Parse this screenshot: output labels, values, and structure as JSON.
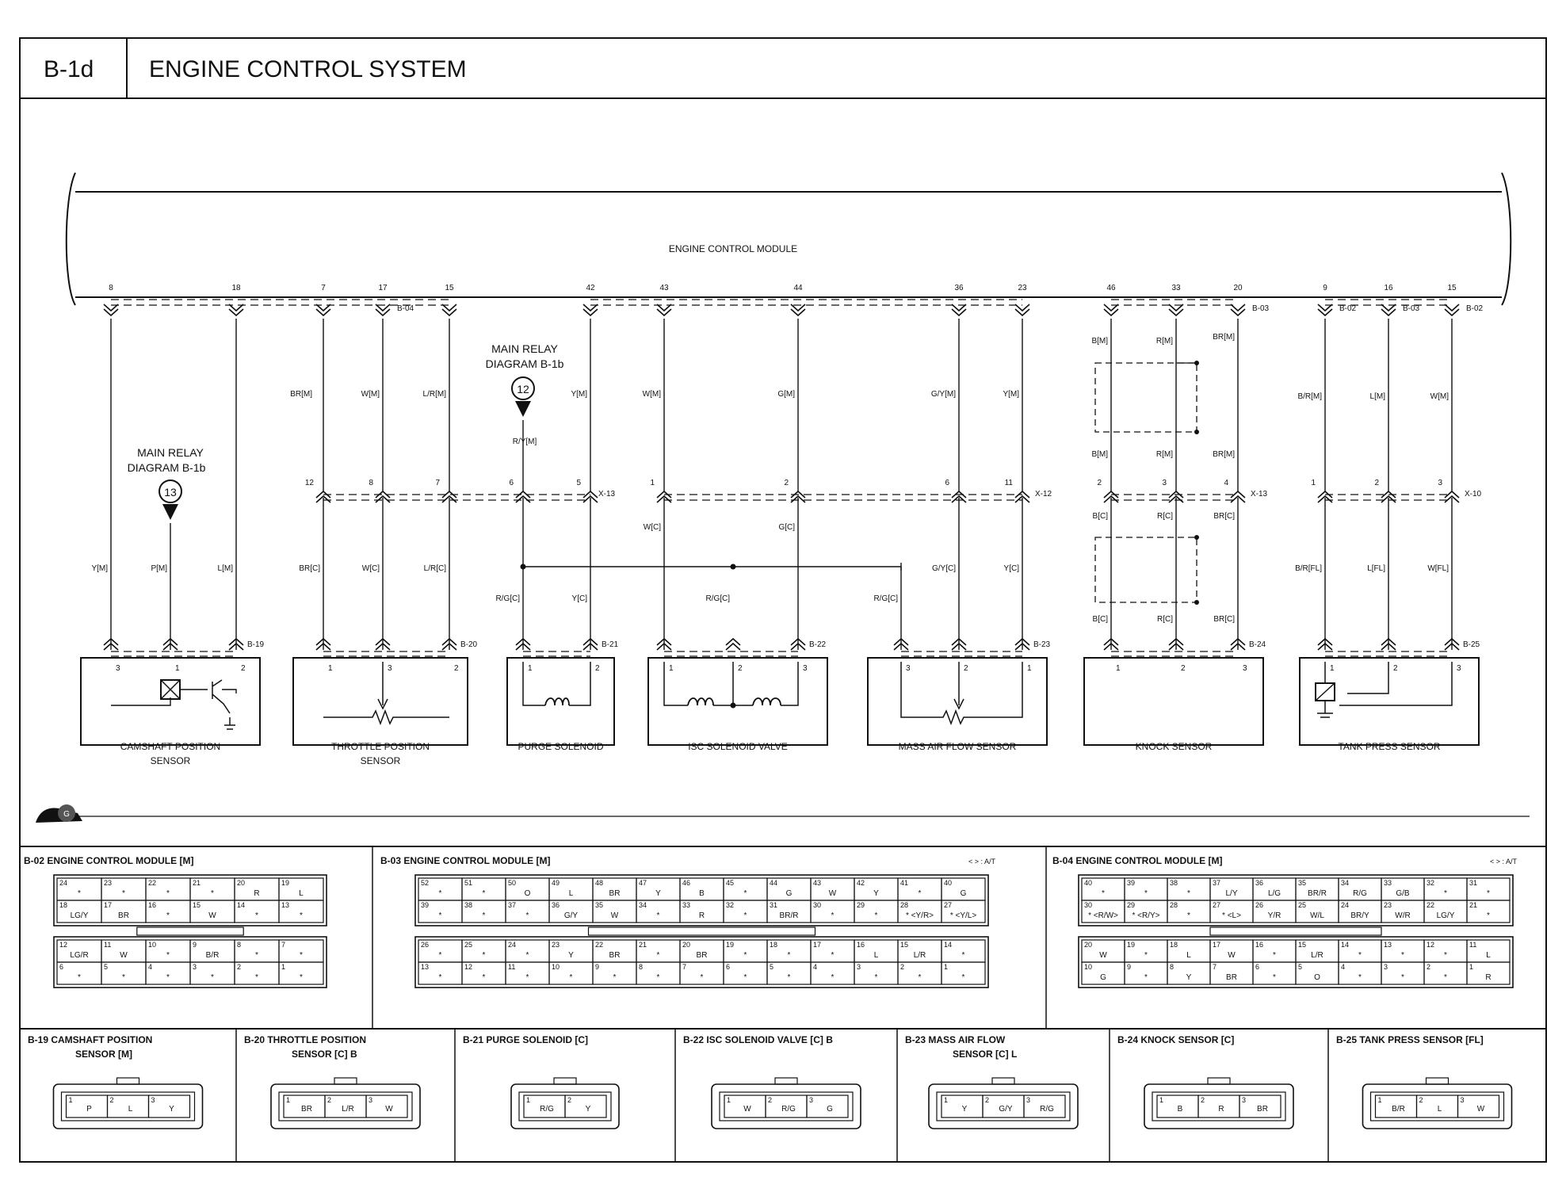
{
  "header": {
    "code": "B-1d",
    "title": "ENGINE CONTROL SYSTEM"
  },
  "ecm_label": "ENGINE CONTROL MODULE",
  "ecm_pins": [
    {
      "pin": "8"
    },
    {
      "pin": "18"
    },
    {
      "pin": "7"
    },
    {
      "pin": "17",
      "conn": "B-04"
    },
    {
      "pin": "15"
    },
    {
      "pin": "42"
    },
    {
      "pin": "43"
    },
    {
      "pin": "44"
    },
    {
      "pin": "36"
    },
    {
      "pin": "23"
    },
    {
      "pin": "46"
    },
    {
      "pin": "33"
    },
    {
      "pin": "20",
      "conn": "B-03"
    },
    {
      "pin": "9",
      "conn": "B-02"
    },
    {
      "pin": "16",
      "conn": "B-03"
    },
    {
      "pin": "15",
      "conn": "B-02"
    }
  ],
  "upper_wires": [
    "BR[M]",
    "W[M]",
    "L/R[M]",
    "Y[M]",
    "W[M]",
    "G[M]",
    "G/Y[M]",
    "Y[M]",
    "B[M]",
    "R[M]",
    "BR[M]",
    "B/R[M]",
    "L[M]",
    "W[M]",
    "B[M]",
    "R[M]",
    "BR[M]"
  ],
  "main_relay_12": {
    "num": "12",
    "line1": "MAIN RELAY",
    "line2": "DIAGRAM B-1b",
    "wire": "R/Y[M]"
  },
  "main_relay_13": {
    "num": "13",
    "line1": "MAIN RELAY",
    "line2": "DIAGRAM B-1b"
  },
  "x_conn": [
    {
      "name": "X-13",
      "pins": [
        "12",
        "8",
        "7",
        "6",
        "5"
      ]
    },
    {
      "name": "X-12",
      "pins": [
        "1",
        "2",
        "6",
        "11"
      ]
    },
    {
      "name": "X-13",
      "pins": [
        "2",
        "3",
        "4"
      ]
    },
    {
      "name": "X-10",
      "pins": [
        "1",
        "2",
        "3"
      ]
    }
  ],
  "lower_wires": [
    "Y[M]",
    "P[M]",
    "L[M]",
    "BR[C]",
    "W[C]",
    "L/R[C]",
    "R/G[C]",
    "Y[C]",
    "W[C]",
    "G[C]",
    "R/G[C]",
    "R/G[C]",
    "G/Y[C]",
    "Y[C]",
    "B[C]",
    "R[C]",
    "BR[C]",
    "B[C]",
    "R[C]",
    "BR[C]",
    "B/R[FL]",
    "L[FL]",
    "W[FL]"
  ],
  "components": [
    {
      "conn": "B-19",
      "name1": "CAMSHAFT POSITION",
      "name2": "SENSOR",
      "pins": [
        "3",
        "1",
        "2"
      ]
    },
    {
      "conn": "B-20",
      "name1": "THROTTLE POSITION",
      "name2": "SENSOR",
      "pins": [
        "1",
        "3",
        "2"
      ]
    },
    {
      "conn": "B-21",
      "name1": "PURGE SOLENOID",
      "name2": "",
      "pins": [
        "1",
        "2"
      ]
    },
    {
      "conn": "B-22",
      "name1": "ISC SOLENOID VALVE",
      "name2": "",
      "pins": [
        "1",
        "2",
        "3"
      ]
    },
    {
      "conn": "B-23",
      "name1": "MASS AIR FLOW SENSOR",
      "name2": "",
      "pins": [
        "3",
        "2",
        "1"
      ]
    },
    {
      "conn": "B-24",
      "name1": "KNOCK SENSOR",
      "name2": "",
      "pins": [
        "1",
        "2",
        "3"
      ]
    },
    {
      "conn": "B-25",
      "name1": "TANK PRESS SENSOR",
      "name2": "",
      "pins": [
        "1",
        "2",
        "3"
      ]
    }
  ],
  "ground_badge": "G",
  "connector_views": {
    "b02": {
      "title": "B-02 ENGINE CONTROL MODULE [M]",
      "rows": [
        [
          [
            "24",
            "*"
          ],
          [
            "23",
            "*"
          ],
          [
            "22",
            "*"
          ],
          [
            "21",
            "*"
          ],
          [
            "20",
            "R"
          ],
          [
            "19",
            "L"
          ]
        ],
        [
          [
            "18",
            "LG/Y"
          ],
          [
            "17",
            "BR"
          ],
          [
            "16",
            "*"
          ],
          [
            "15",
            "W"
          ],
          [
            "14",
            "*"
          ],
          [
            "13",
            "*"
          ]
        ],
        [
          [
            "12",
            "LG/R"
          ],
          [
            "11",
            "W"
          ],
          [
            "10",
            "*"
          ],
          [
            "9",
            "B/R"
          ],
          [
            "8",
            "*"
          ],
          [
            "7",
            "*"
          ]
        ],
        [
          [
            "6",
            "*"
          ],
          [
            "5",
            "*"
          ],
          [
            "4",
            "*"
          ],
          [
            "3",
            "*"
          ],
          [
            "2",
            "*"
          ],
          [
            "1",
            "*"
          ]
        ]
      ]
    },
    "b03": {
      "title": "B-03 ENGINE CONTROL MODULE [M]",
      "note": "< > : A/T",
      "rows": [
        [
          [
            "52",
            "*"
          ],
          [
            "51",
            "*"
          ],
          [
            "50",
            "O"
          ],
          [
            "49",
            "L"
          ],
          [
            "48",
            "BR"
          ],
          [
            "47",
            "Y"
          ],
          [
            "46",
            "B"
          ],
          [
            "45",
            "*"
          ],
          [
            "44",
            "G"
          ],
          [
            "43",
            "W"
          ],
          [
            "42",
            "Y"
          ],
          [
            "41",
            "*"
          ],
          [
            "40",
            "G"
          ]
        ],
        [
          [
            "39",
            "*"
          ],
          [
            "38",
            "*"
          ],
          [
            "37",
            "*"
          ],
          [
            "36",
            "G/Y"
          ],
          [
            "35",
            "W"
          ],
          [
            "34",
            "*"
          ],
          [
            "33",
            "R"
          ],
          [
            "32",
            "*"
          ],
          [
            "31",
            "BR/R"
          ],
          [
            "30",
            "*"
          ],
          [
            "29",
            "*"
          ],
          [
            "28",
            "* <Y/R>"
          ],
          [
            "27",
            "* <Y/L>"
          ]
        ],
        [
          [
            "26",
            "*"
          ],
          [
            "25",
            "*"
          ],
          [
            "24",
            "*"
          ],
          [
            "23",
            "Y"
          ],
          [
            "22",
            "BR"
          ],
          [
            "21",
            "*"
          ],
          [
            "20",
            "BR"
          ],
          [
            "19",
            "*"
          ],
          [
            "18",
            "*"
          ],
          [
            "17",
            "*"
          ],
          [
            "16",
            "L"
          ],
          [
            "15",
            "L/R"
          ],
          [
            "14",
            "*"
          ]
        ],
        [
          [
            "13",
            "*"
          ],
          [
            "12",
            "*"
          ],
          [
            "11",
            "*"
          ],
          [
            "10",
            "*"
          ],
          [
            "9",
            "*"
          ],
          [
            "8",
            "*"
          ],
          [
            "7",
            "*"
          ],
          [
            "6",
            "*"
          ],
          [
            "5",
            "*"
          ],
          [
            "4",
            "*"
          ],
          [
            "3",
            "*"
          ],
          [
            "2",
            "*"
          ],
          [
            "1",
            "*"
          ]
        ]
      ]
    },
    "b04": {
      "title": "B-04 ENGINE CONTROL MODULE [M]",
      "note": "< > : A/T",
      "rows": [
        [
          [
            "40",
            "*"
          ],
          [
            "39",
            "*"
          ],
          [
            "38",
            "*"
          ],
          [
            "37",
            "L/Y"
          ],
          [
            "36",
            "L/G"
          ],
          [
            "35",
            "BR/R"
          ],
          [
            "34",
            "R/G"
          ],
          [
            "33",
            "G/B"
          ],
          [
            "32",
            "*"
          ],
          [
            "31",
            "*"
          ]
        ],
        [
          [
            "30",
            "* <R/W>"
          ],
          [
            "29",
            "* <R/Y>"
          ],
          [
            "28",
            "*"
          ],
          [
            "27",
            "* <L>"
          ],
          [
            "26",
            "Y/R"
          ],
          [
            "25",
            "W/L"
          ],
          [
            "24",
            "BR/Y"
          ],
          [
            "23",
            "W/R"
          ],
          [
            "22",
            "LG/Y"
          ],
          [
            "21",
            "*"
          ]
        ],
        [
          [
            "20",
            "W"
          ],
          [
            "19",
            "*"
          ],
          [
            "18",
            "L"
          ],
          [
            "17",
            "W"
          ],
          [
            "16",
            "*"
          ],
          [
            "15",
            "L/R"
          ],
          [
            "14",
            "*"
          ],
          [
            "13",
            "*"
          ],
          [
            "12",
            "*"
          ],
          [
            "11",
            "L"
          ]
        ],
        [
          [
            "10",
            "G"
          ],
          [
            "9",
            "*"
          ],
          [
            "8",
            "Y"
          ],
          [
            "7",
            "BR"
          ],
          [
            "6",
            "*"
          ],
          [
            "5",
            "O"
          ],
          [
            "4",
            "*"
          ],
          [
            "3",
            "*"
          ],
          [
            "2",
            "*"
          ],
          [
            "1",
            "R"
          ]
        ]
      ]
    },
    "small": [
      {
        "title1": "B-19 CAMSHAFT POSITION",
        "title2": "SENSOR [M]",
        "cells": [
          [
            "1",
            "P"
          ],
          [
            "2",
            "L"
          ],
          [
            "3",
            "Y"
          ]
        ]
      },
      {
        "title1": "B-20 THROTTLE POSITION",
        "title2": "SENSOR [C] B",
        "cells": [
          [
            "1",
            "BR"
          ],
          [
            "2",
            "L/R"
          ],
          [
            "3",
            "W"
          ]
        ]
      },
      {
        "title1": "B-21 PURGE SOLENOID [C]",
        "title2": "",
        "cells": [
          [
            "1",
            "R/G"
          ],
          [
            "2",
            "Y"
          ]
        ]
      },
      {
        "title1": "B-22 ISC SOLENOID VALVE [C] B",
        "title2": "",
        "cells": [
          [
            "1",
            "W"
          ],
          [
            "2",
            "R/G"
          ],
          [
            "3",
            "G"
          ]
        ]
      },
      {
        "title1": "B-23 MASS AIR FLOW",
        "title2": "SENSOR [C] L",
        "cells": [
          [
            "1",
            "Y"
          ],
          [
            "2",
            "G/Y"
          ],
          [
            "3",
            "R/G"
          ]
        ]
      },
      {
        "title1": "B-24 KNOCK SENSOR [C]",
        "title2": "",
        "cells": [
          [
            "1",
            "B"
          ],
          [
            "2",
            "R"
          ],
          [
            "3",
            "BR"
          ]
        ]
      },
      {
        "title1": "B-25 TANK PRESS SENSOR [FL]",
        "title2": "",
        "cells": [
          [
            "1",
            "B/R"
          ],
          [
            "2",
            "L"
          ],
          [
            "3",
            "W"
          ]
        ]
      }
    ]
  }
}
